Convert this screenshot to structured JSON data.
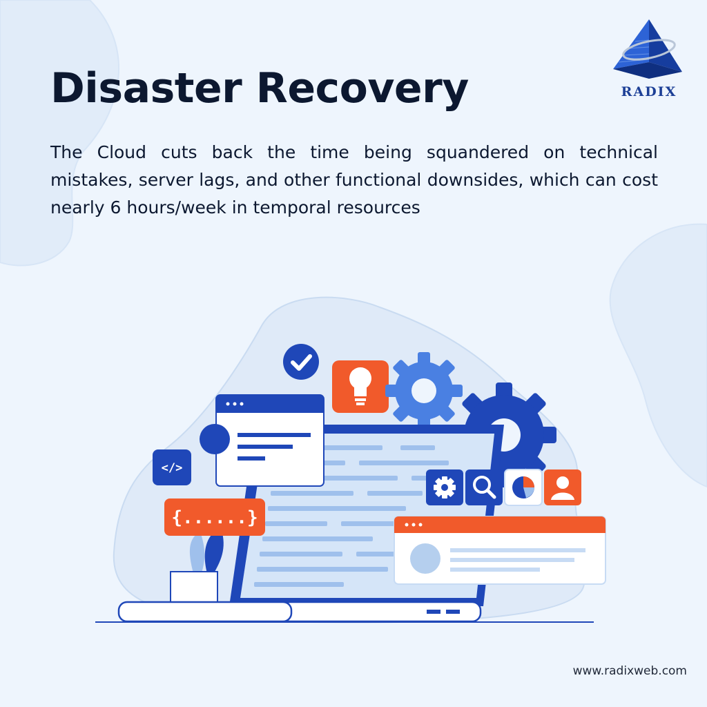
{
  "headline": "Disaster Recovery",
  "description": "The Cloud cuts back the time being squandered on technical mistakes, server lags, and other functional downsides, which can cost nearly 6 hours/week in temporal resources",
  "brand": {
    "name": "RADIX"
  },
  "footer": {
    "url": "www.radixweb.com"
  },
  "illustration": {
    "code_tag": "</>",
    "brace_tag": "{......}"
  },
  "colors": {
    "background": "#eef5fd",
    "navy": "#0c1830",
    "brand_blue": "#1f47b8",
    "accent_orange": "#f15a2b",
    "light_blue": "#c7dbf4"
  }
}
